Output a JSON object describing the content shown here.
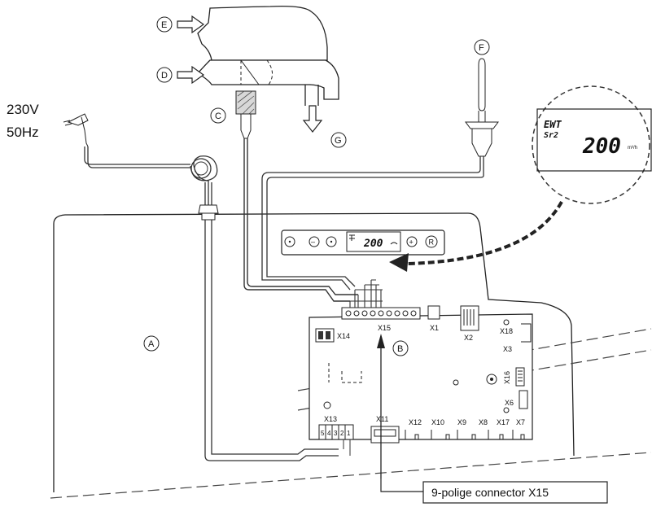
{
  "power": {
    "voltage": "230V",
    "frequency": "50Hz"
  },
  "callouts": {
    "A": "A",
    "B": "B",
    "C": "C",
    "D": "D",
    "E": "E",
    "F": "F",
    "G": "G"
  },
  "display": {
    "code_top": "EWT",
    "code_bottom": "Sr2",
    "value": "200",
    "unit": "m³/h"
  },
  "panel": {
    "value": "200",
    "button_minus": "–",
    "button_plus": "+",
    "button_reset": "R"
  },
  "connectors": {
    "x1": "X1",
    "x2": "X2",
    "x3": "X3",
    "x6": "X6",
    "x7": "X7",
    "x8": "X8",
    "x9": "X9",
    "x10": "X10",
    "x11": "X11",
    "x12": "X12",
    "x13": "X13",
    "x14": "X14",
    "x15": "X15",
    "x16": "X16",
    "x17": "X17",
    "x18": "X18"
  },
  "x13_pins": [
    "5",
    "4",
    "3",
    "2",
    "1"
  ],
  "caption": "9-polige connector X15"
}
